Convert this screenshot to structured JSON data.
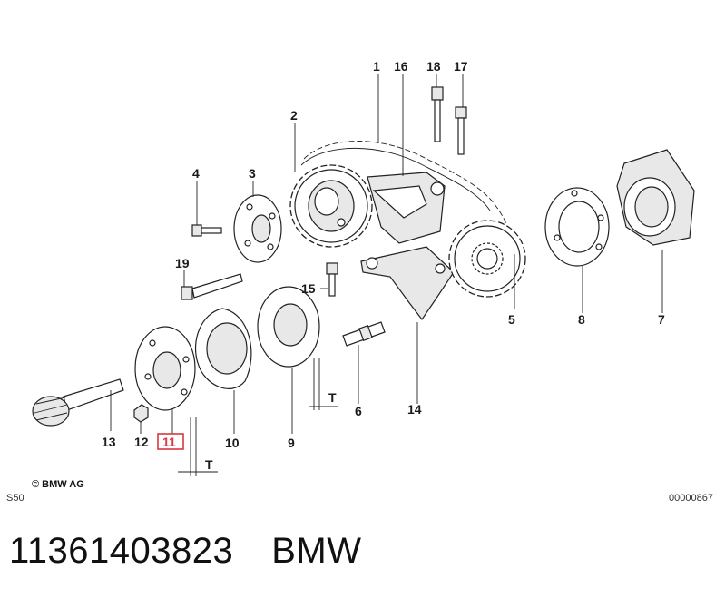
{
  "diagram": {
    "callouts": [
      {
        "id": "c1",
        "text": "1"
      },
      {
        "id": "c16",
        "text": "16"
      },
      {
        "id": "c18",
        "text": "18"
      },
      {
        "id": "c17",
        "text": "17"
      },
      {
        "id": "c2",
        "text": "2"
      },
      {
        "id": "c4",
        "text": "4"
      },
      {
        "id": "c3",
        "text": "3"
      },
      {
        "id": "c19",
        "text": "19"
      },
      {
        "id": "c15",
        "text": "15"
      },
      {
        "id": "c5",
        "text": "5"
      },
      {
        "id": "c8",
        "text": "8"
      },
      {
        "id": "c7",
        "text": "7"
      },
      {
        "id": "c6",
        "text": "6"
      },
      {
        "id": "c14",
        "text": "14"
      },
      {
        "id": "c13",
        "text": "13"
      },
      {
        "id": "c12",
        "text": "12"
      },
      {
        "id": "c11",
        "text": "11",
        "highlighted": true
      },
      {
        "id": "c10",
        "text": "10"
      },
      {
        "id": "c9",
        "text": "9"
      }
    ],
    "dimension_labels": [
      "T",
      "T"
    ],
    "copyright": "© BMW AG",
    "code_left": "S50",
    "code_right": "00000867",
    "highlight_color": "#d9363e"
  },
  "caption": {
    "part_number": "11361403823",
    "brand": "BMW"
  }
}
